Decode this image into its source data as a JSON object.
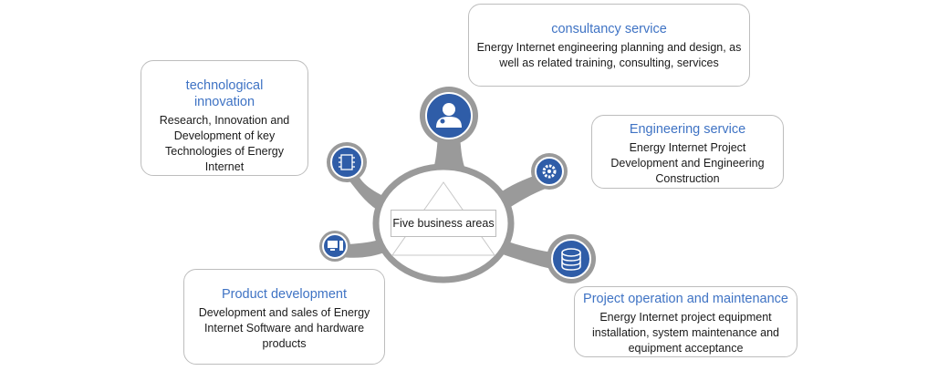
{
  "center": {
    "label": "Five business areas"
  },
  "areas": [
    {
      "title": "consultancy service",
      "description": "Energy Internet engineering planning and design, as well as related training, consulting, services",
      "icon": "person-advisor-icon"
    },
    {
      "title": "technological innovation",
      "description": "Research, Innovation and Development of key Technologies of Energy Internet",
      "icon": "circuit-chip-icon"
    },
    {
      "title": "Engineering service",
      "description": "Energy Internet Project Development and Engineering Construction",
      "icon": "gear-icon"
    },
    {
      "title": "Product development",
      "description": "Development and sales of Energy Internet Software and hardware products",
      "icon": "computer-icon"
    },
    {
      "title": "Project operation and maintenance",
      "description": "Energy Internet project equipment installation, system maintenance and equipment acceptance",
      "icon": "coin-stack-icon"
    }
  ],
  "colors": {
    "title_blue": "#3f73c4",
    "icon_circle": "#2f5da8",
    "hub_gray": "#9a9a9a",
    "border_gray": "#bdbdbd"
  }
}
